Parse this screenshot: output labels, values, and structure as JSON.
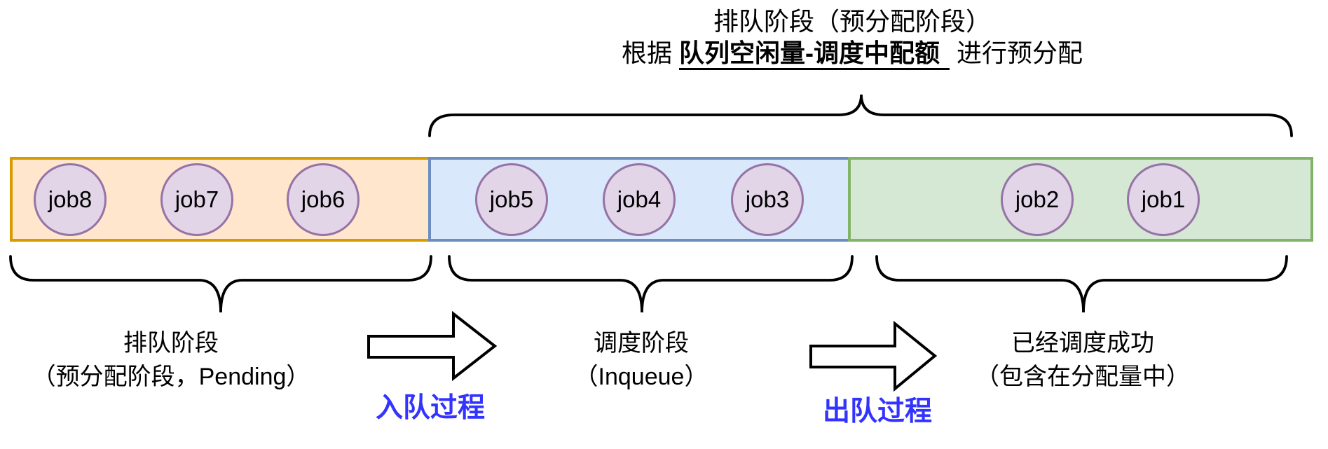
{
  "header": {
    "line1": "排队阶段（预分配阶段）",
    "line2_prefix": "根据 ",
    "line2_emphasis": "队列空闲量-调度中配额",
    "line2_suffix": " 进行预分配"
  },
  "stages": [
    {
      "name": "pending",
      "fill": "#FFE6CC",
      "border": "#D79B00",
      "label_line1": "排队阶段",
      "label_line2": "（预分配阶段，Pending）",
      "jobs": [
        "job8",
        "job7",
        "job6"
      ]
    },
    {
      "name": "inqueue",
      "fill": "#DAE8FC",
      "border": "#6C8EBF",
      "label_line1": "调度阶段",
      "label_line2": "（Inqueue）",
      "jobs": [
        "job5",
        "job4",
        "job3"
      ]
    },
    {
      "name": "scheduled",
      "fill": "#D5E8D4",
      "border": "#82B366",
      "label_line1": "已经调度成功",
      "label_line2": "（包含在分配量中）",
      "jobs": [
        "job2",
        "job1"
      ]
    }
  ],
  "job_style": {
    "fill": "#E1D5E7",
    "border": "#9673A6"
  },
  "processes": {
    "enqueue_label": "入队过程",
    "dequeue_label": "出队过程",
    "label_color": "#3333FF"
  }
}
